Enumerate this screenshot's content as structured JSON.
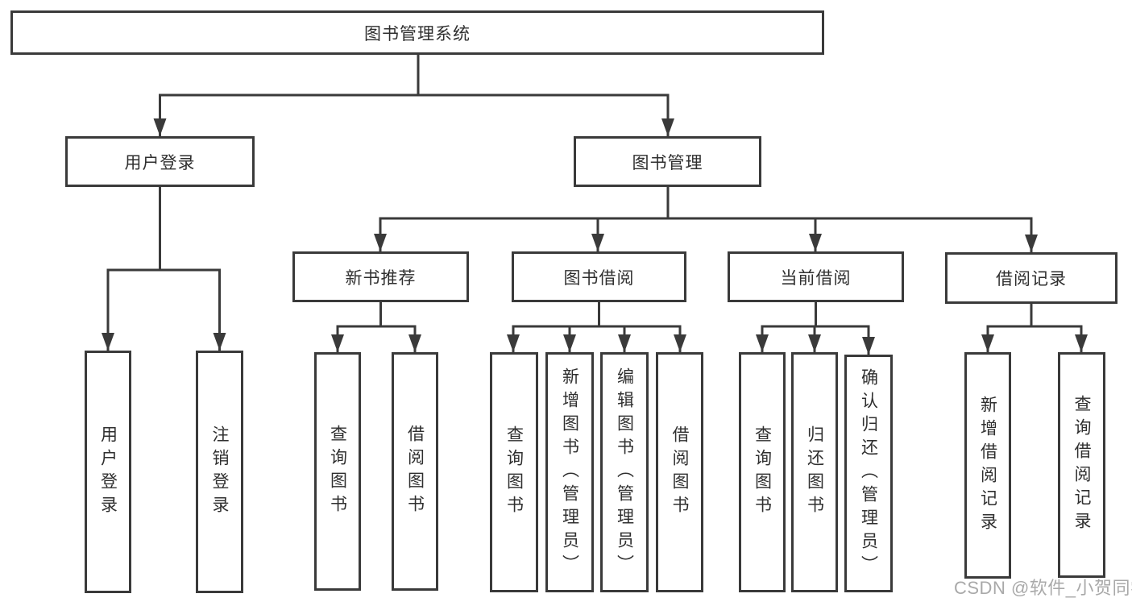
{
  "tree": {
    "root": "图书管理系统",
    "children": [
      {
        "label": "用户登录",
        "children": [
          {
            "label": "用户登录"
          },
          {
            "label": "注销登录"
          }
        ]
      },
      {
        "label": "图书管理",
        "children": [
          {
            "label": "新书推荐",
            "children": [
              {
                "label": "查询图书"
              },
              {
                "label": "借阅图书"
              }
            ]
          },
          {
            "label": "图书借阅",
            "children": [
              {
                "label": "查询图书"
              },
              {
                "label": "新增图书（管理员）"
              },
              {
                "label": "编辑图书（管理员）"
              },
              {
                "label": "借阅图书"
              }
            ]
          },
          {
            "label": "当前借阅",
            "children": [
              {
                "label": "查询图书"
              },
              {
                "label": "归还图书"
              },
              {
                "label": "确认归还（管理员）"
              }
            ]
          },
          {
            "label": "借阅记录",
            "children": [
              {
                "label": "新增借阅记录"
              },
              {
                "label": "查询借阅记录"
              }
            ]
          }
        ]
      }
    ]
  },
  "watermark": "CSDN @软件_小贺同学",
  "colors": {
    "line": "#3a3a3a",
    "box_border": "#3a3a3a",
    "text": "#2f2f2f",
    "watermark": "#a9a9a9",
    "background": "#ffffff"
  }
}
